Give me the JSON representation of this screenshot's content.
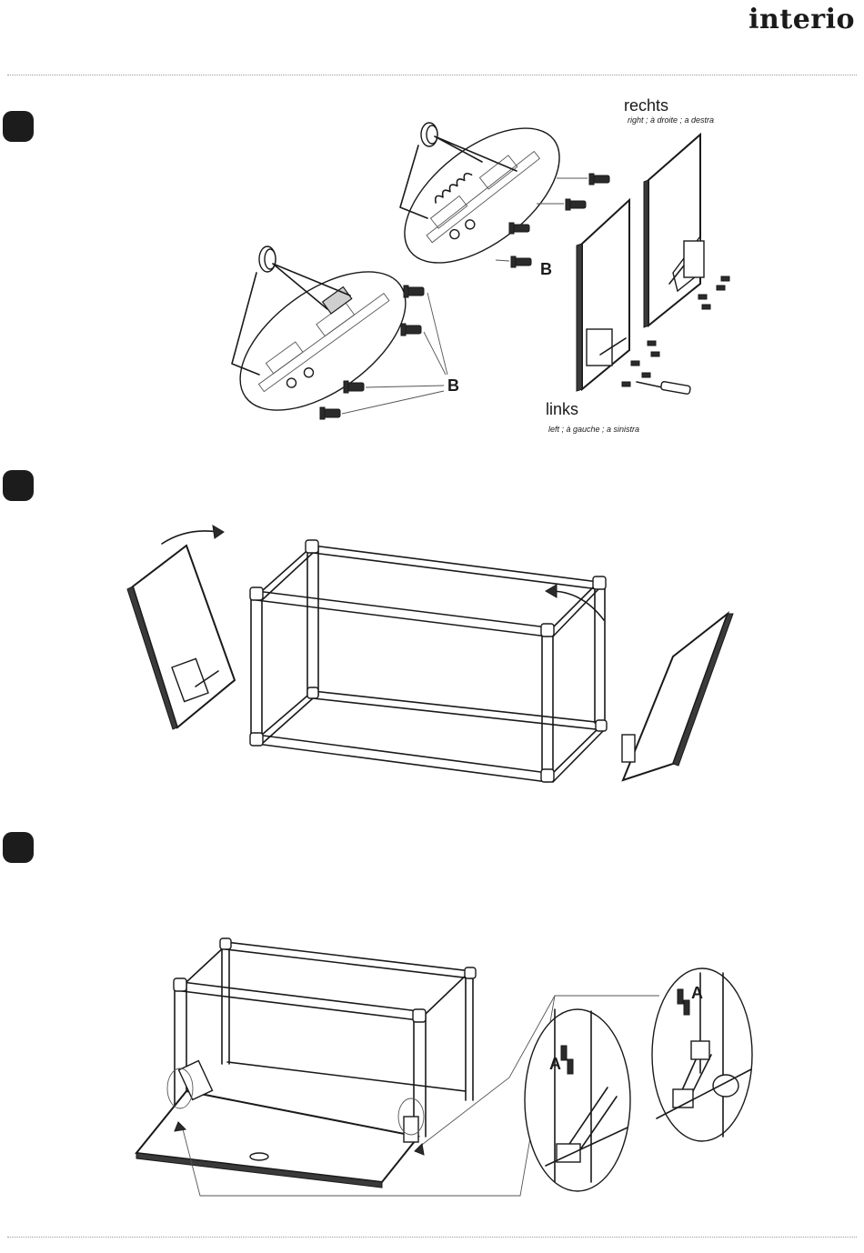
{
  "header": {
    "brand": "interio"
  },
  "steps": [
    {
      "labels": {
        "right_title": "rechts",
        "right_sub": "right ; à droite ; a destra",
        "left_title": "links",
        "left_sub": "left ; à gauche ; a sinistra",
        "screw_b_top": "B",
        "screw_b_bottom": "B"
      }
    },
    {
      "labels": {}
    },
    {
      "labels": {
        "screw_a_left": "A",
        "screw_a_right": "A"
      }
    }
  ],
  "colors": {
    "ink": "#1a1a1a",
    "paper": "#ffffff",
    "rule": "#9a9a9a"
  },
  "icons": [
    "step-marker",
    "screw-icon",
    "screwdriver-icon",
    "bushing-icon",
    "rotate-arrow-icon"
  ]
}
